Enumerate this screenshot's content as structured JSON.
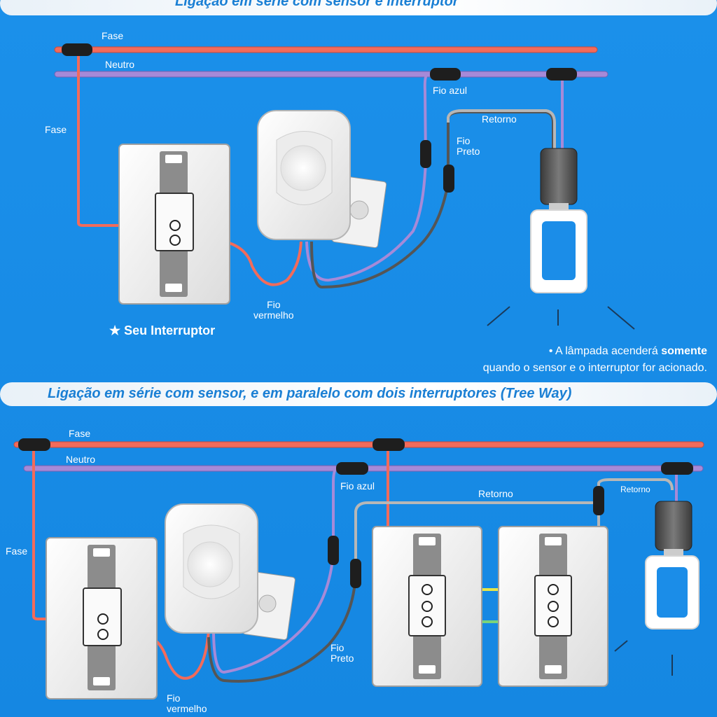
{
  "top": {
    "title": "Ligação em série com sensor e interruptor",
    "labels": {
      "fase_line": "Fase",
      "neutro": "Neutro",
      "fase_side": "Fase",
      "fio_azul": "Fio azul",
      "retorno": "Retorno",
      "fio_preto": "Fio\nPreto",
      "fio_vermelho": "Fio\nvermelho"
    },
    "switch_caption": "Seu Interruptor",
    "note_line1_prefix": "• A lâmpada acenderá ",
    "note_line1_bold": "somente",
    "note_line2": "quando o sensor e o interruptor for acionado."
  },
  "bottom": {
    "title": "Ligação em série com sensor, e  em paralelo com dois interruptores (Tree Way)",
    "labels": {
      "fase_line": "Fase",
      "neutro": "Neutro",
      "fase_side": "Fase",
      "fio_azul": "Fio azul",
      "retorno": "Retorno",
      "retorno2": "Retorno",
      "fio_preto": "Fio\nPreto",
      "fio_vermelho": "Fio\nvermelho"
    }
  },
  "colors": {
    "fase": "#f26b5b",
    "neutro": "#a68ad8",
    "preto": "#555555",
    "retorno": "#b7b7b7",
    "traveller_yellow": "#e6e64a",
    "traveller_green": "#7ad47a"
  }
}
